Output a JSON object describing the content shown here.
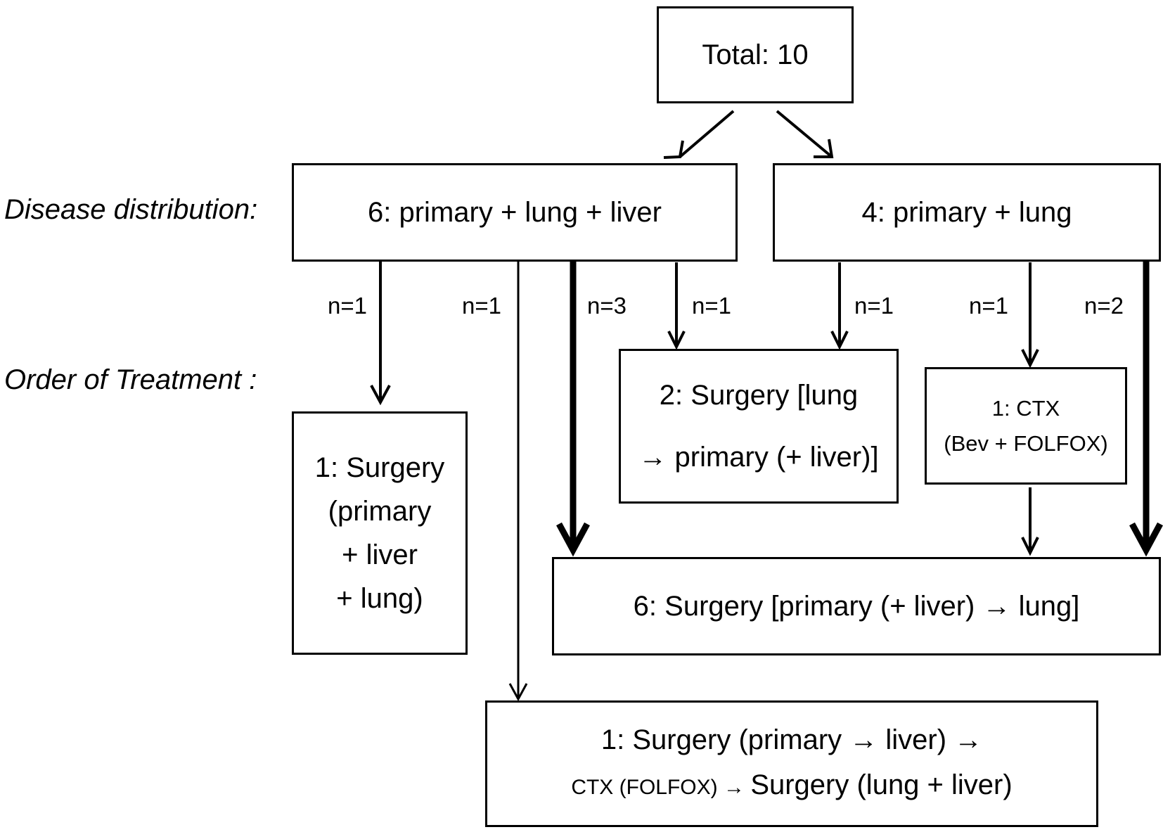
{
  "side_labels": {
    "disease": "Disease distribution:",
    "order": "Order of Treatment :"
  },
  "boxes": {
    "total": "Total:  10",
    "d6": "6:  primary + lung + liver",
    "d4": "4:  primary + lung",
    "s1_lines": [
      "1:  Surgery",
      "(primary",
      "+ liver",
      "+ lung)"
    ],
    "s2_lines": [
      "2:  Surgery [lung",
      "→ primary (+ liver)]"
    ],
    "ctx_lines": [
      "1:  CTX",
      "(Bev + FOLFOX)"
    ],
    "s6": "6:  Surgery [primary (+ liver) → lung]",
    "s1b_line1": "1:  Surgery (primary → liver) →",
    "s1b_line2_a": "CTX (FOLFOX) → ",
    "s1b_line2_b": "Surgery (lung + liver)"
  },
  "edge_labels": {
    "a": "n=1",
    "b": "n=1",
    "c": "n=3",
    "d": "n=1",
    "e": "n=1",
    "f": "n=1",
    "g": "n=2"
  }
}
